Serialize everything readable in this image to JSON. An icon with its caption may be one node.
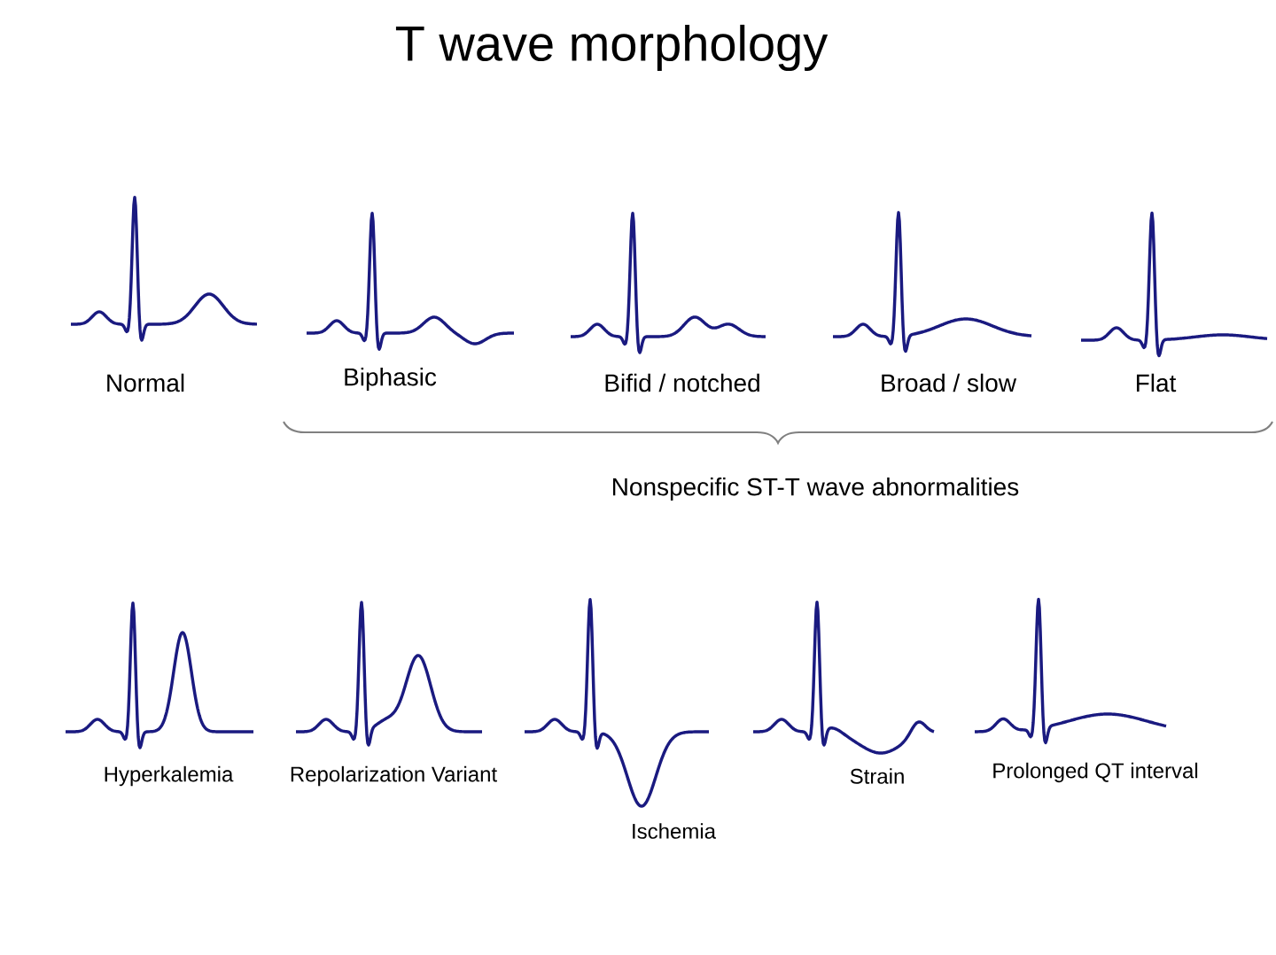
{
  "diagram": {
    "title": "T wave morphology",
    "labels": [
      "Normal",
      "Biphasic",
      "Bifid / notched",
      "Broad / slow",
      "Flat",
      "Nonspecific ST-T wave abnormalities",
      "Hyperkalemia",
      "Repolarization Variant",
      "Ischemia",
      "Strain",
      "Prolonged QT interval"
    ]
  }
}
